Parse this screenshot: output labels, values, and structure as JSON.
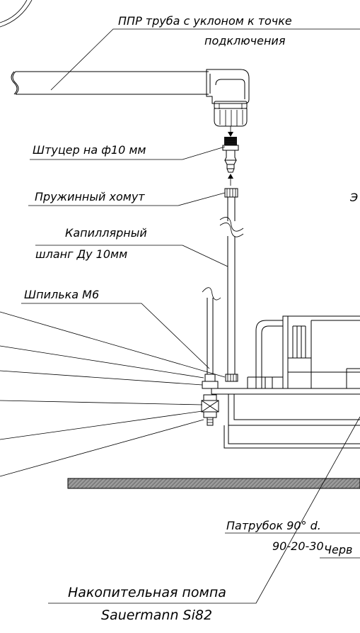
{
  "labels": {
    "pipe_line1": "ППР труба с уклоном к точке",
    "pipe_line2": "подключения",
    "fitting": "Штуцер на ф10 мм",
    "clamp": "Пружинный хомут",
    "hose_line1": "Капиллярный",
    "hose_line2": "шланг Ду 10мм",
    "stud": "Шпилька М6",
    "right_cut": "Э",
    "branch_line1": "Патрубок 90° d.",
    "branch_line2": "90-20-30",
    "worm": "Черв",
    "pump_line1": "Накопительная помпа",
    "pump_line2": "Sauermann Si82"
  }
}
